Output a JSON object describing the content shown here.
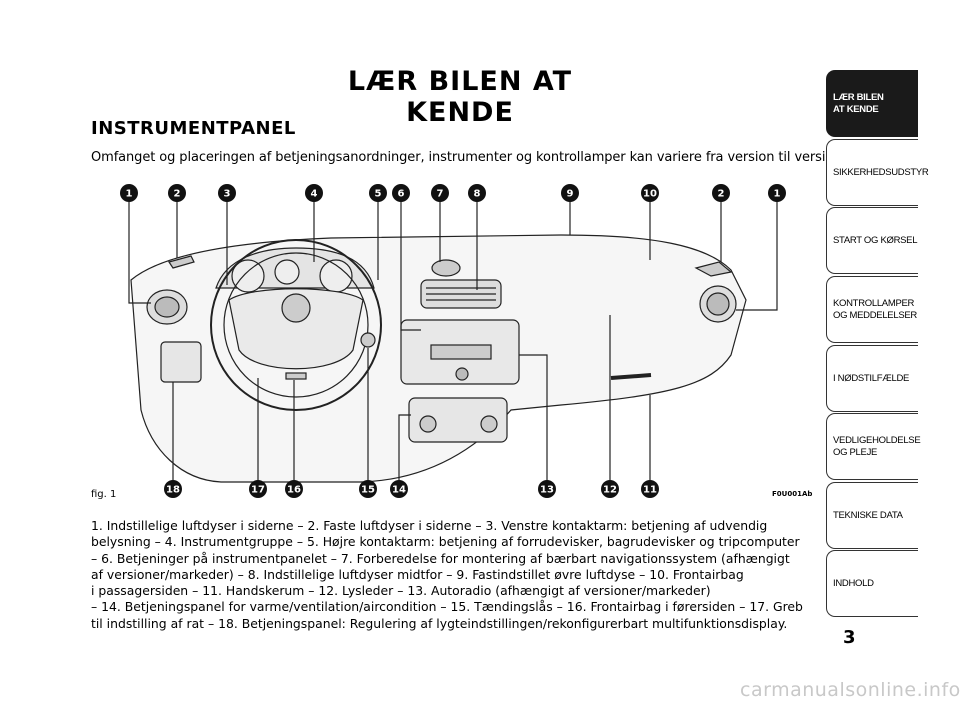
{
  "page": {
    "heading": "LÆR BILEN AT KENDE",
    "subheading": "INSTRUMENTPANEL",
    "intro": "Omfanget og placeringen af betjeningsanordninger, instrumenter og kontrollamper kan variere fra version til version.",
    "figure_label": "fig. 1",
    "figure_code": "F0U001Ab",
    "page_number": "3",
    "watermark": "carmanualsonline.info"
  },
  "callouts_top": [
    "1",
    "2",
    "3",
    "4",
    "5",
    "6",
    "7",
    "8",
    "9",
    "10",
    "2",
    "1"
  ],
  "callouts_bottom": [
    "18",
    "17",
    "16",
    "15",
    "14",
    "13",
    "12",
    "11"
  ],
  "caption_lines": [
    "1. Indstillelige luftdyser i siderne – 2. Faste luftdyser i siderne – 3. Venstre kontaktarm: betjening af udvendig",
    "belysning – 4. Instrumentgruppe – 5. Højre kontaktarm: betjening af forrudevisker, bagrudevisker og tripcomputer",
    "– 6. Betjeninger på instrumentpanelet – 7. Forberedelse for montering af bærbart navigationssystem (afhængigt",
    "af versioner/markeder) – 8. Indstillelige luftdyser midtfor – 9. Fastindstillet øvre luftdyse – 10. Frontairbag",
    "i passagersiden – 11. Handskerum – 12. Lysleder – 13. Autoradio (afhængigt af versioner/markeder)",
    "– 14. Betjeningspanel for varme/ventilation/aircondition – 15. Tændingslås – 16. Frontairbag i førersiden – 17. Greb",
    "til indstilling af rat – 18. Betjeningspanel: Regulering af lygteindstillingen/rekonfigurerbart multifunktionsdisplay."
  ],
  "sidebar_tabs": [
    {
      "label": "LÆR BILEN\nAT KENDE",
      "active": true
    },
    {
      "label": "SIKKERHEDSUDSTYR",
      "active": false
    },
    {
      "label": "START OG KØRSEL",
      "active": false
    },
    {
      "label": "KONTROLLAMPER\nOG MEDDELELSER",
      "active": false
    },
    {
      "label": "I NØDSTILFÆLDE",
      "active": false
    },
    {
      "label": "VEDLIGEHOLDELSE\nOG PLEJE",
      "active": false
    },
    {
      "label": "TEKNISKE DATA",
      "active": false
    },
    {
      "label": "INDHOLD",
      "active": false
    }
  ]
}
